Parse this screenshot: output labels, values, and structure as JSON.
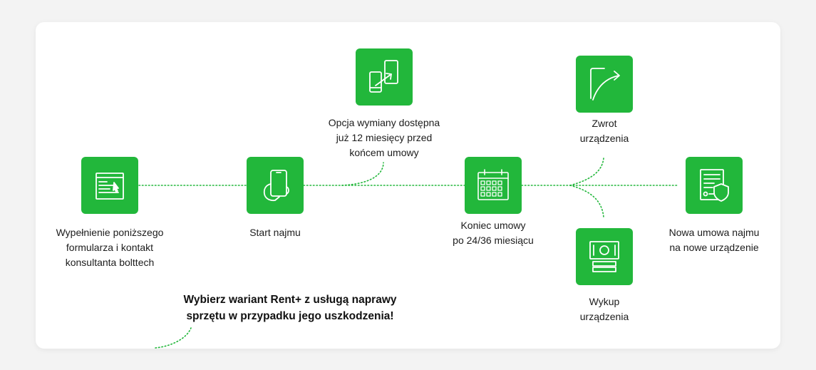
{
  "colors": {
    "accent": "#22b73b",
    "line": "#22b73b",
    "text": "#1c1c1c"
  },
  "steps": [
    {
      "icon": "form-icon",
      "lines": [
        "Wypełnienie  poniższego",
        "formularza  i  kontakt",
        "konsultanta  bolttech"
      ]
    },
    {
      "icon": "hand-phone-icon",
      "lines": [
        "Start najmu"
      ]
    },
    {
      "icon": "phone-swap-icon",
      "lines": [
        "Opcja wymiany dostępna",
        "już 12 miesięcy przed",
        "końcem umowy"
      ]
    },
    {
      "icon": "calendar-icon",
      "lines": [
        "Koniec umowy",
        "po 24/36 miesiącu"
      ]
    },
    {
      "icon": "return-phone-icon",
      "lines": [
        "Zwrot",
        "urządzenia"
      ]
    },
    {
      "icon": "cash-buyout-icon",
      "lines": [
        "Wykup",
        "urządzenia"
      ]
    },
    {
      "icon": "contract-shield-icon",
      "lines": [
        "Nowa umowa najmu",
        "na nowe urządzenie"
      ]
    }
  ],
  "note": {
    "lines": [
      "Wybierz wariant Rent+ z usługą naprawy",
      "sprzętu w przypadku jego uszkodzenia!"
    ]
  }
}
